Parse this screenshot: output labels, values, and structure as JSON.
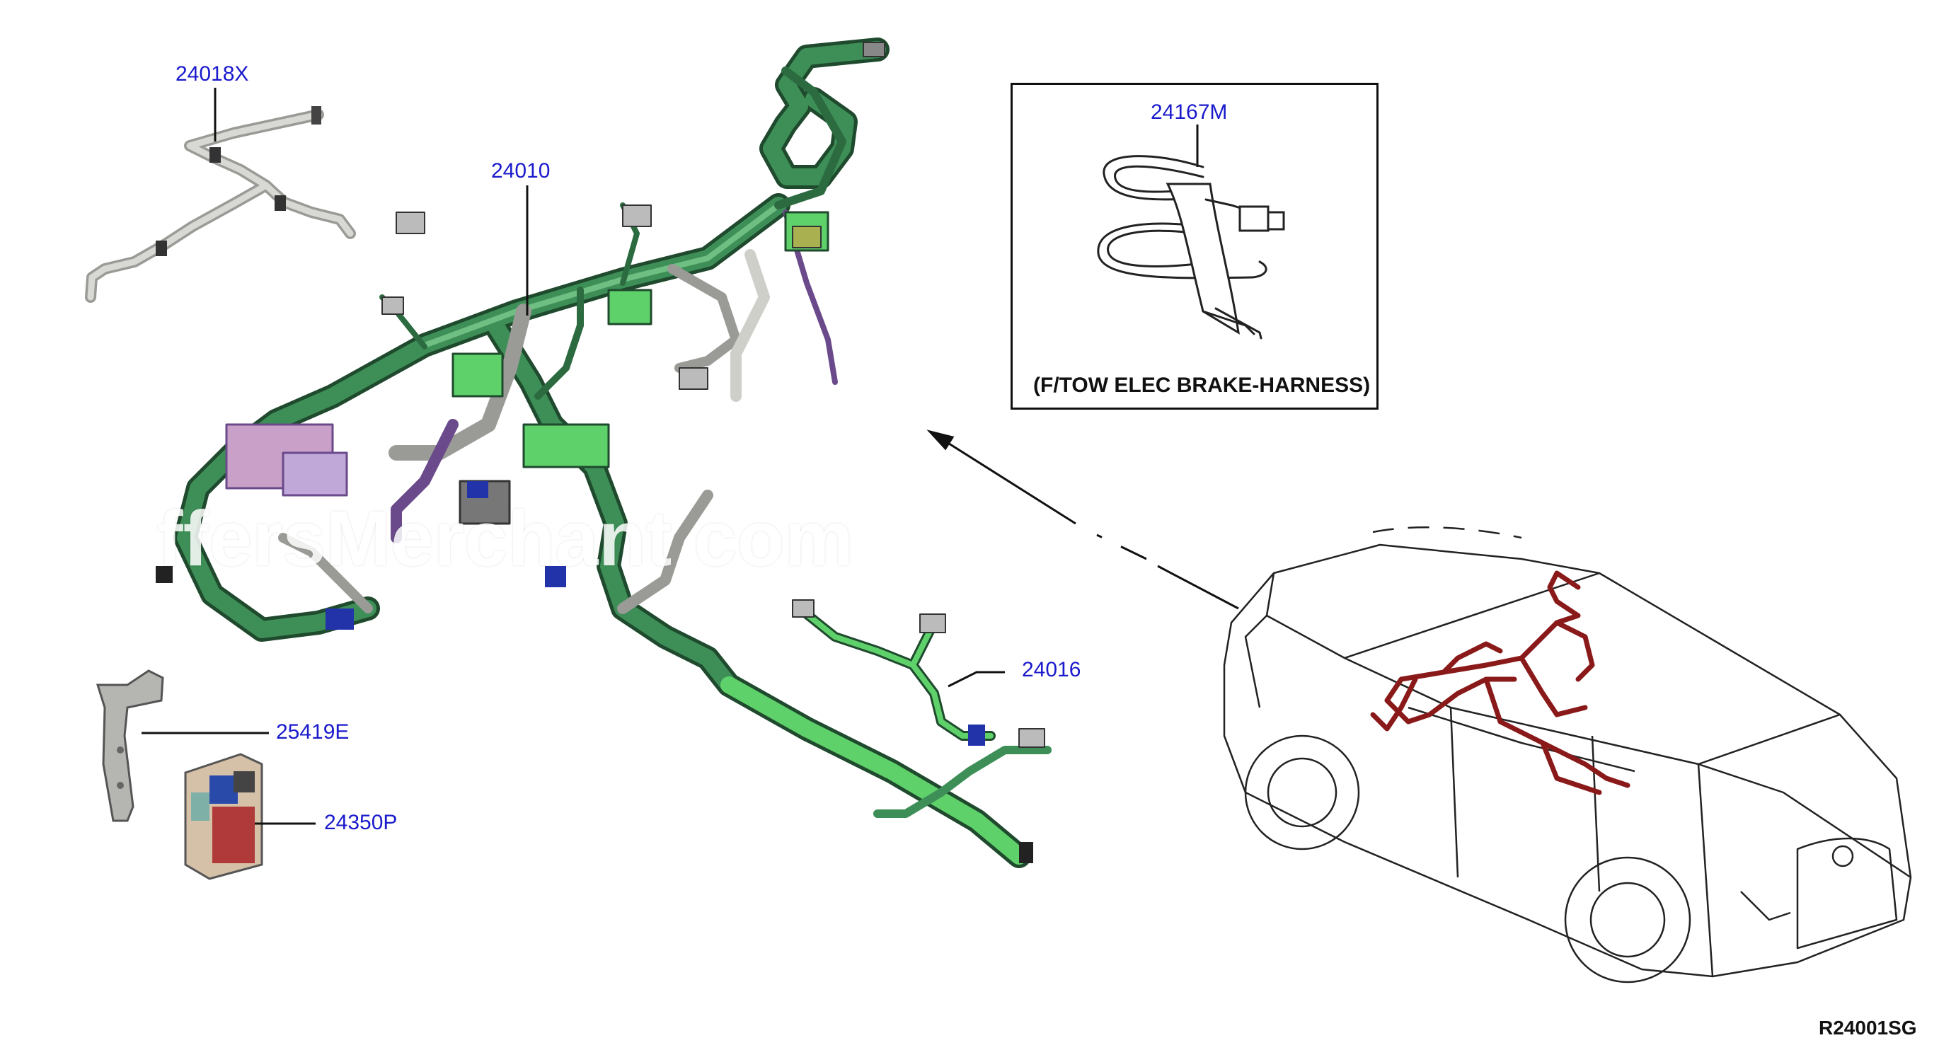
{
  "callouts": {
    "part_24018X": "24018X",
    "part_24010": "24010",
    "part_24016": "24016",
    "part_25419E": "25419E",
    "part_24350P": "24350P",
    "part_24167M": "24167M"
  },
  "inset": {
    "caption": "(F/TOW ELEC BRAKE-HARNESS)"
  },
  "reference_code": "R24001SG",
  "watermark": "ffersMerchant com",
  "colors": {
    "callout_text": "#1a1acc",
    "harness_green": "#3d8f57",
    "harness_light_green": "#5fd16a",
    "harness_gray": "#b9b9b4",
    "vehicle_harness": "#8a1a1a",
    "line": "#111111"
  }
}
